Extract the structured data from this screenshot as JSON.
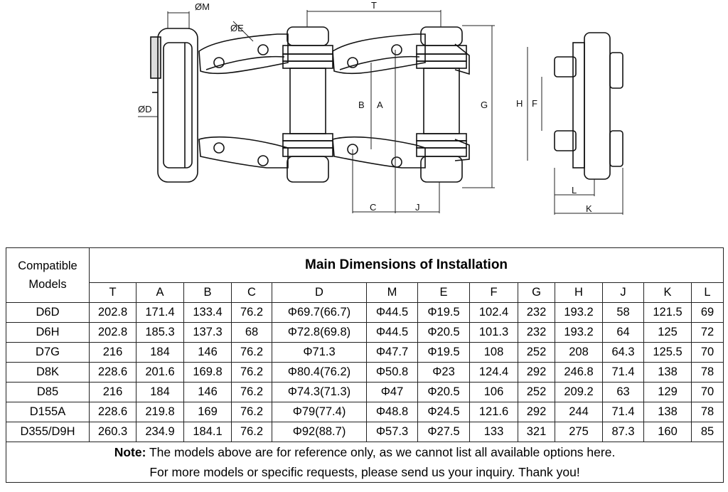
{
  "drawing": {
    "labels": {
      "M": "ØM",
      "E": "ØE",
      "D": "ØD",
      "T": "T",
      "B": "B",
      "A": "A",
      "G": "G",
      "H": "H",
      "F": "F",
      "C": "C",
      "J": "J",
      "L": "L",
      "K": "K"
    }
  },
  "table": {
    "compat_header": [
      "Compatible",
      "Models"
    ],
    "title": "Main Dimensions of Installation",
    "columns": [
      "T",
      "A",
      "B",
      "C",
      "D",
      "M",
      "E",
      "F",
      "G",
      "H",
      "J",
      "K",
      "L"
    ],
    "rows": [
      {
        "model": "D6D",
        "values": [
          "202.8",
          "171.4",
          "133.4",
          "76.2",
          "Φ69.7(66.7)",
          "Φ44.5",
          "Φ19.5",
          "102.4",
          "232",
          "193.2",
          "58",
          "121.5",
          "69"
        ]
      },
      {
        "model": "D6H",
        "values": [
          "202.8",
          "185.3",
          "137.3",
          "68",
          "Φ72.8(69.8)",
          "Φ44.5",
          "Φ20.5",
          "101.3",
          "232",
          "193.2",
          "64",
          "125",
          "72"
        ]
      },
      {
        "model": "D7G",
        "values": [
          "216",
          "184",
          "146",
          "76.2",
          "Φ71.3",
          "Φ47.7",
          "Φ19.5",
          "108",
          "252",
          "208",
          "64.3",
          "125.5",
          "70"
        ]
      },
      {
        "model": "D8K",
        "values": [
          "228.6",
          "201.6",
          "169.8",
          "76.2",
          "Φ80.4(76.2)",
          "Φ50.8",
          "Φ23",
          "124.4",
          "292",
          "246.8",
          "71.4",
          "138",
          "78"
        ]
      },
      {
        "model": "D85",
        "values": [
          "216",
          "184",
          "146",
          "76.2",
          "Φ74.3(71.3)",
          "Φ47",
          "Φ20.5",
          "106",
          "252",
          "209.2",
          "63",
          "129",
          "70"
        ]
      },
      {
        "model": "D155A",
        "values": [
          "228.6",
          "219.8",
          "169",
          "76.2",
          "Φ79(77.4)",
          "Φ48.8",
          "Φ24.5",
          "121.6",
          "292",
          "244",
          "71.4",
          "138",
          "78"
        ]
      },
      {
        "model": "D355/D9H",
        "values": [
          "260.3",
          "234.9",
          "184.1",
          "76.2",
          "Φ92(88.7)",
          "Φ57.3",
          "Φ27.5",
          "133",
          "321",
          "275",
          "87.3",
          "160",
          "85"
        ]
      }
    ],
    "note_label": "Note:",
    "note_line1": " The models above are for reference only, as we cannot list all available options here.",
    "note_line2": "For more models or specific requests, please send us your inquiry. Thank you!"
  }
}
